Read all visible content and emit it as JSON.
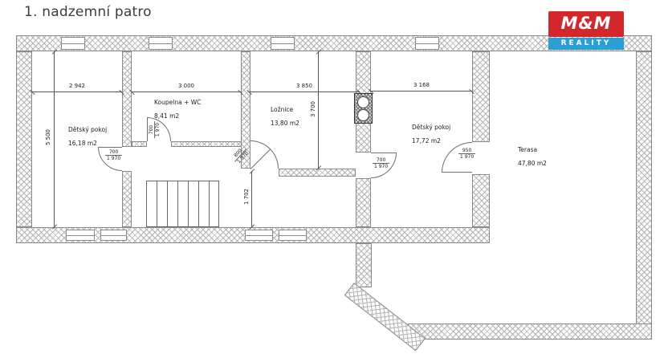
{
  "title": "1. nadzemní patro",
  "logo": {
    "top": "M&M",
    "bottom": "REALITY",
    "red": "#d2272b",
    "blue": "#2a9fd6"
  },
  "rooms": [
    {
      "name": "Dětský pokoj",
      "area": "16,18 m2"
    },
    {
      "name": "Koupelna + WC",
      "area": "8,41 m2"
    },
    {
      "name": "Ložnice",
      "area": "13,80 m2"
    },
    {
      "name": "Dětský pokoj",
      "area": "17,72 m2"
    },
    {
      "name": "Terasa",
      "area": "47,80 m2"
    }
  ],
  "dims": {
    "w1": "2 942",
    "w2": "3 000",
    "w3": "3 850",
    "w4": "3 168",
    "h_left": "5 500",
    "h_loznice": "3 700",
    "h_hall": "1 702"
  },
  "doors": [
    {
      "w": "700",
      "h": "1 970"
    },
    {
      "w": "700",
      "h": "1 970"
    },
    {
      "w": "800",
      "h": "1 970"
    },
    {
      "w": "700",
      "h": "1 970"
    },
    {
      "w": "950",
      "h": "1 970"
    }
  ]
}
